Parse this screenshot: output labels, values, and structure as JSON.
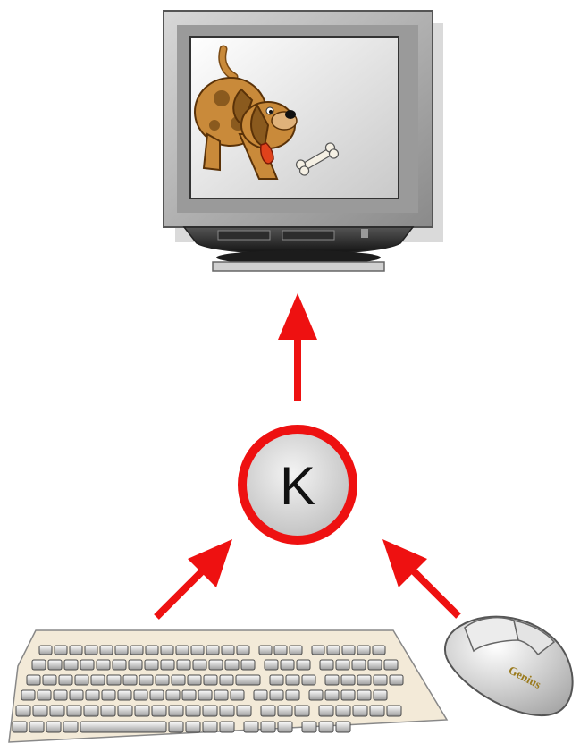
{
  "kernel": {
    "label": "K",
    "ring_color": "#ee1111"
  },
  "mouse": {
    "brand": "Genius"
  },
  "arrow_color": "#ee1111",
  "icons": {
    "monitor": "monitor-icon",
    "dog": "cartoon-dog-image",
    "keyboard": "keyboard-icon",
    "mouse": "mouse-icon"
  }
}
